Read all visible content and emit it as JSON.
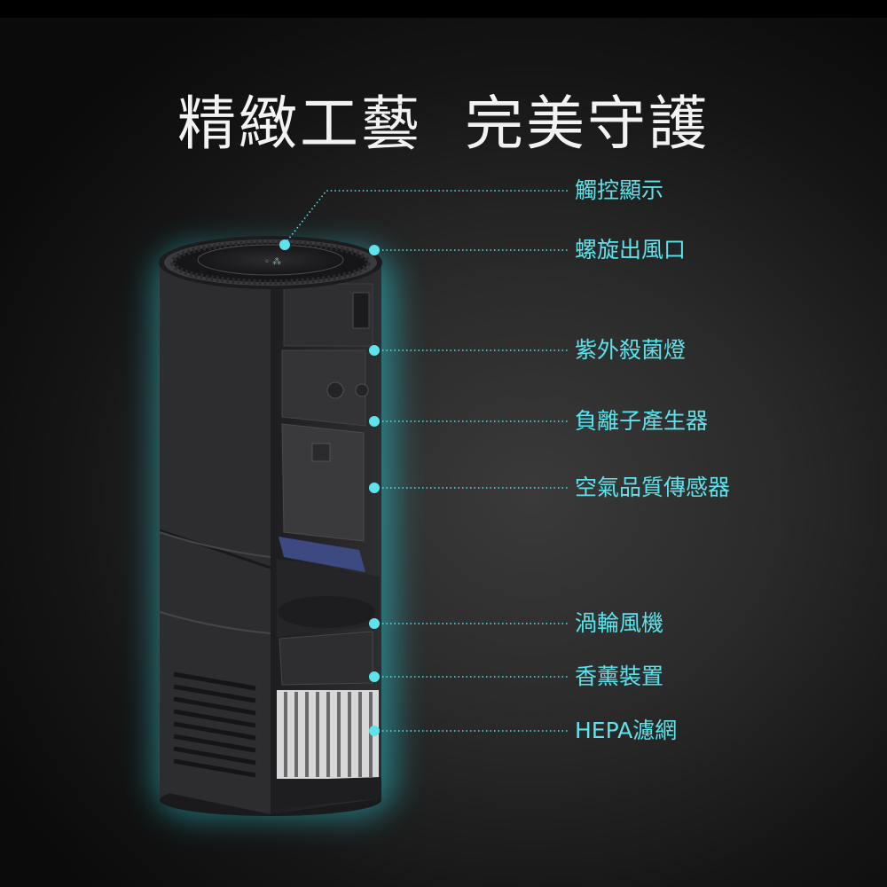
{
  "headline": "精緻工藝  完美守護",
  "colors": {
    "accent": "#5ce3ec",
    "background": "#1e1e1e",
    "headline": "#f2f2f2"
  },
  "callouts": [
    {
      "label": "觸控顯示"
    },
    {
      "label": "螺旋出風口"
    },
    {
      "label": "紫外殺菌燈"
    },
    {
      "label": "負離子產生器"
    },
    {
      "label": "空氣品質傳感器"
    },
    {
      "label": "渦輪風機"
    },
    {
      "label": "香薰裝置"
    },
    {
      "label": "HEPA濾網"
    }
  ]
}
